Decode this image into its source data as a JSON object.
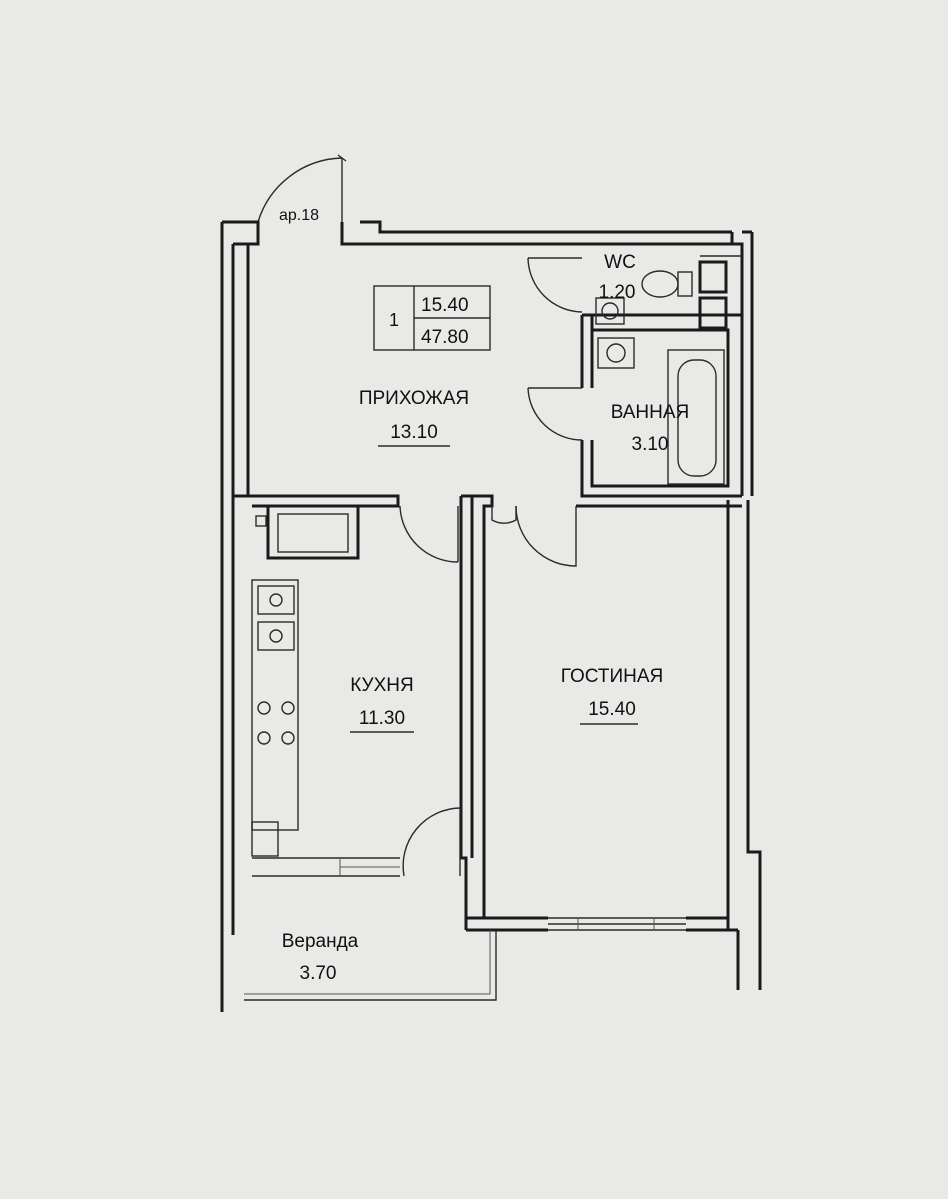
{
  "apartment_number": "1",
  "living_area": "15.40",
  "total_area": "47.80",
  "stair_label": "ар.18",
  "rooms": {
    "hallway": {
      "name": "ПРИХОЖАЯ",
      "area": "13.10"
    },
    "wc": {
      "name": "WC",
      "area": "1.20"
    },
    "bathroom": {
      "name": "ВАННАЯ",
      "area": "3.10"
    },
    "kitchen": {
      "name": "КУХНЯ",
      "area": "11.30"
    },
    "living": {
      "name": "ГОСТИНАЯ",
      "area": "15.40"
    },
    "veranda": {
      "name": "Веранда",
      "area": "3.70"
    }
  }
}
